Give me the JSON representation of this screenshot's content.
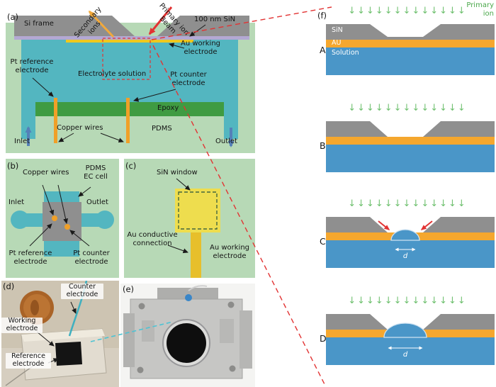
{
  "panel_a": {
    "tag": "(a)",
    "si_frame": "Si frame",
    "secondary_ions": "Secondary\nions",
    "primary_ion_beam": "Primary ion\nBeam",
    "sin_100nm": "100 nm SiN",
    "au_working_electrode": "Au working\nelectrode",
    "pt_reference_electrode": "Pt reference\nelectrode",
    "electrolyte_solution": "Electrolyte solution",
    "pt_counter_electrode": "Pt counter\nelectrode",
    "epoxy": "Epoxy",
    "pdms": "PDMS",
    "copper_wires": "Copper wires",
    "inlet": "Inlet",
    "outlet": "Outlet"
  },
  "panel_b": {
    "tag": "(b)",
    "copper_wires": "Copper wires",
    "pdms_ec_cell": "PDMS\nEC cell",
    "inlet": "Inlet",
    "outlet": "Outlet",
    "pt_reference_electrode": "Pt reference\nelectrode",
    "pt_counter_electrode": "Pt counter\nelectrode"
  },
  "panel_c": {
    "tag": "(c)",
    "sin_window": "SiN window",
    "au_conductive_connection": "Au conductive\nconnection",
    "au_working_electrode": "Au working\nelectrode"
  },
  "panel_d": {
    "tag": "(d)",
    "counter_electrode": "Counter\nelectrode",
    "working_electrode": "Working\nelectrode",
    "reference_electrode": "Reference\nelectrode"
  },
  "panel_e": {
    "tag": "(e)"
  },
  "panel_f": {
    "tag": "(f)",
    "primary_ion": "Primary\nion",
    "ion_arrows": "↓↓↓↓↓↓↓↓↓↓↓↓↓",
    "stages": [
      {
        "letter": "A",
        "sin": "SiN",
        "au": "AU",
        "solution": "Solution"
      },
      {
        "letter": "B"
      },
      {
        "letter": "C",
        "d": "d"
      },
      {
        "letter": "D",
        "d": "d"
      }
    ]
  },
  "colors": {
    "panel_bg": "#b7d9b6",
    "teal": "#53b6c0",
    "si_gray": "#8f8f8f",
    "sin_lavender": "#b3a8d3",
    "au_gold": "#f0c81e",
    "copper_orange": "#f0a028",
    "epoxy_green": "#3f9b42",
    "solution_blue": "#4a96c8",
    "au_layer_orange": "#f5a72e",
    "ion_green": "#6fc06f",
    "accent_red": "#e23333"
  }
}
